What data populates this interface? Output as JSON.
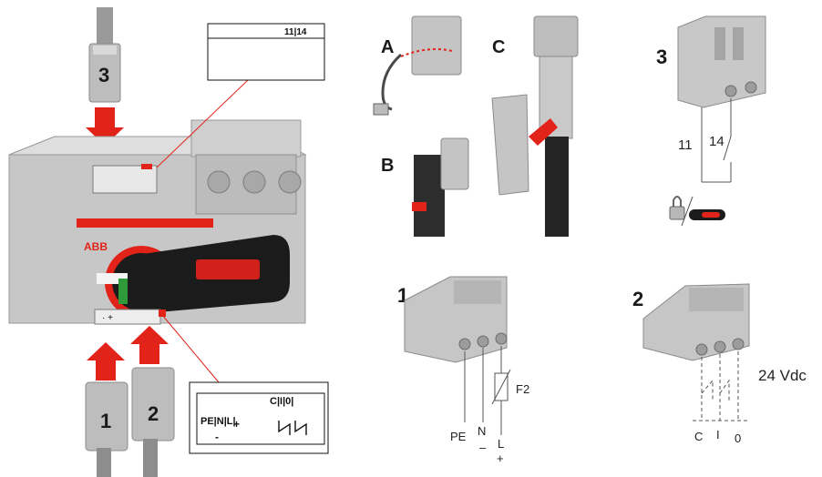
{
  "callouts": {
    "a": "A",
    "b": "B",
    "c": "C",
    "n1_top": "1",
    "n2_top": "2",
    "n3_top": "3",
    "n3_connector": "3",
    "n1_connector": "1",
    "n2_connector": "2"
  },
  "brand": "ABB",
  "aux_label_top": "11|14",
  "aux_terminals": {
    "t11": "11",
    "t14": "14"
  },
  "power_terminals": {
    "pe": "PE",
    "n": "N",
    "l": "L",
    "n_sign": "–",
    "l_sign": "+",
    "fuse": "F2"
  },
  "signal_terminals": {
    "c": "C",
    "i": "I",
    "o": "0",
    "voltage": "24 Vdc"
  },
  "zoom_label": {
    "pe_nl": "PE|N|L|",
    "ci0": "C|I|0|",
    "minus": "-",
    "plus": "+"
  },
  "handle_port_label": "· +",
  "colors": {
    "accent_red": "#e2231a",
    "body_grey": "#c9c9c9",
    "dark": "#1b1b1b"
  }
}
